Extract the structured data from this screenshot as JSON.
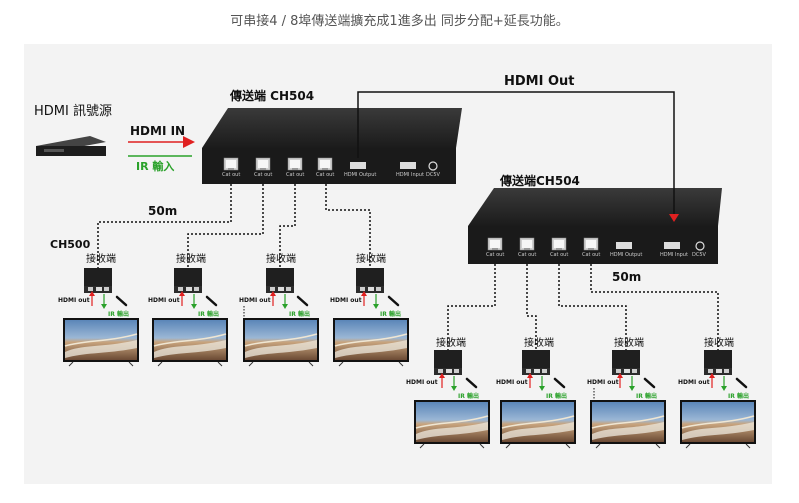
{
  "caption": "可串接4 / 8埠傳送端擴充成1進多出 同步分配+延長功能。",
  "source_label": "HDMI 訊號源",
  "hdmi_in_label": "HDMI IN",
  "ir_in_label": "IR 輸入",
  "hdmi_out_top": "HDMI Out",
  "transmitter1_title": "傳送端 CH504",
  "transmitter2_title": "傳送端CH504",
  "distance1": "50m",
  "distance2": "50m",
  "receiver_model": "CH500",
  "receiver_title": "接收端",
  "hdmi_out_small": "HDMI out",
  "ir_out_small": "IR 輸出",
  "port_cat": "Cat out",
  "port_hdmi_output": "HDMI Output",
  "port_hdmi_input": "HDMI Input",
  "port_power": "DC5V",
  "colors": {
    "green": "#2aa12a",
    "red": "#e02020",
    "box": "#222222"
  }
}
